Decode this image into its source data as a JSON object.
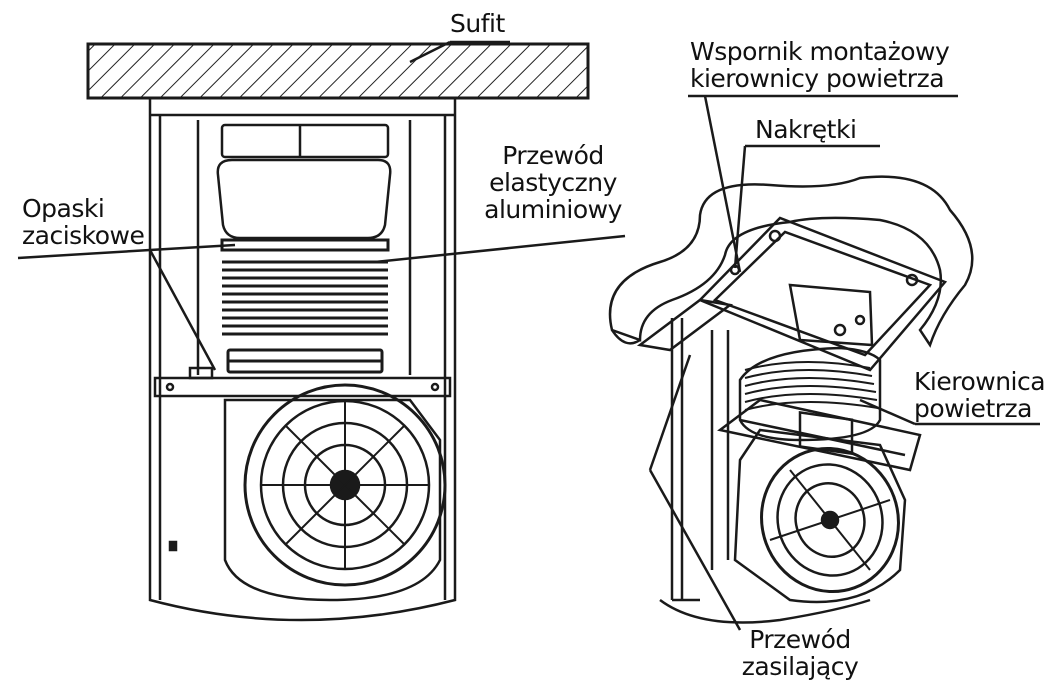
{
  "labels": {
    "sufit": "Sufit",
    "przewod_elastyczny": [
      "Przewód",
      "elastyczny",
      "aluminiowy"
    ],
    "opaski": [
      "Opaski",
      "zaciskowe"
    ],
    "wspornik": [
      "Wspornik montażowy",
      "kierownicy powietrza"
    ],
    "nakretki": "Nakrętki",
    "kierownica": [
      "Kierownica",
      "powietrza"
    ],
    "przewod_zasilajacy": [
      "Przewód",
      "zasilający"
    ]
  }
}
